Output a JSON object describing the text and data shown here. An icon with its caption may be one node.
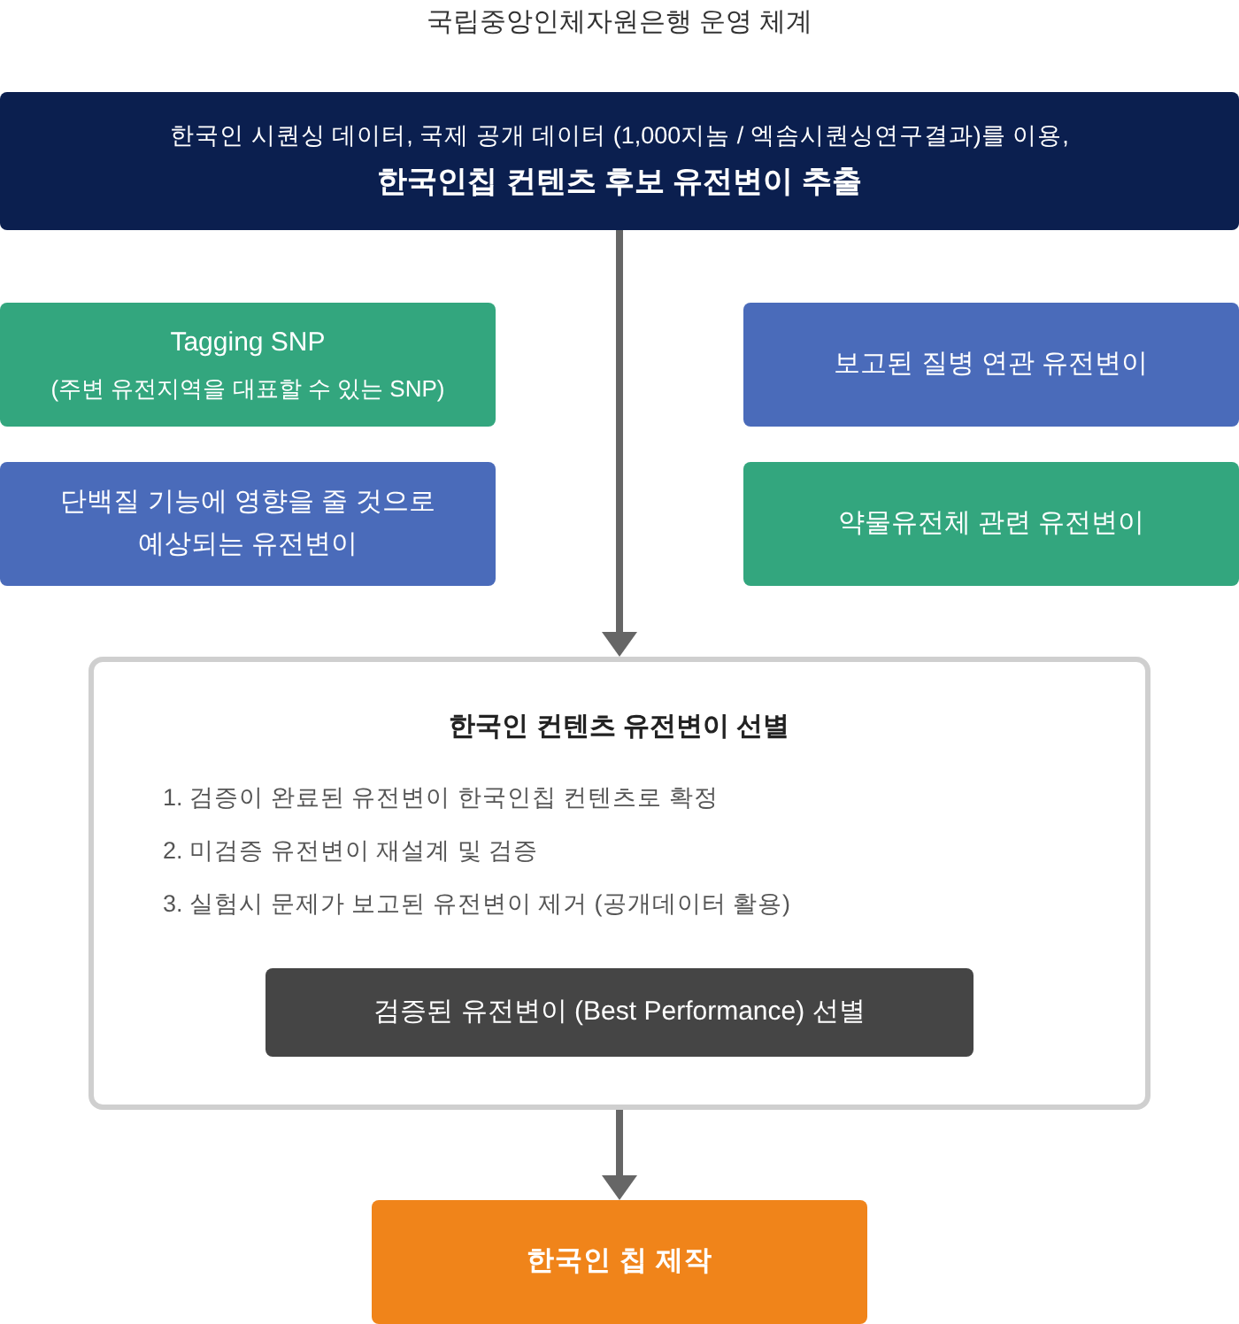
{
  "diagram": {
    "title": "국립중앙인체자원은행 운영 체계",
    "nodes": [
      {
        "text": [
          "한국인 시퀀싱 데이터, 국제 공개 데이터 (1,000지놈 / 엑솜시퀀싱연구결과)를 이용,",
          "한국인칩 컨텐츠 후보 유전변이 추출"
        ]
      },
      {
        "text": [
          "Tagging SNP",
          "(주변 유전지역을 대표할 수 있는 SNP)"
        ]
      },
      {
        "text": [
          "보고된 질병 연관 유전변이"
        ]
      },
      {
        "text": [
          "단백질 기능에 영향을 줄 것으로 예상되는 유전변이"
        ]
      },
      {
        "text": [
          "약물유전체 관련 유전변이"
        ]
      },
      {
        "text": [
          "한국인 컨텐츠 유전변이 선별",
          "1. 검증이 완료된 유전변이 한국인칩 컨텐츠로 확정",
          "2. 미검증 유전변이 재설계 및 검증",
          "3. 실험시 문제가 보고된 유전변이 제거 (공개데이터 활용)"
        ]
      },
      {
        "text": [
          "검증된 유전변이 (Best Performance) 선별"
        ],
        "in": 5
      },
      {
        "text": [
          "한국인 칩 제작"
        ]
      }
    ],
    "edges": [
      {
        "from": 0,
        "to": 5,
        "arrow": "to"
      },
      {
        "from": 5,
        "to": 7,
        "arrow": "to"
      }
    ]
  }
}
